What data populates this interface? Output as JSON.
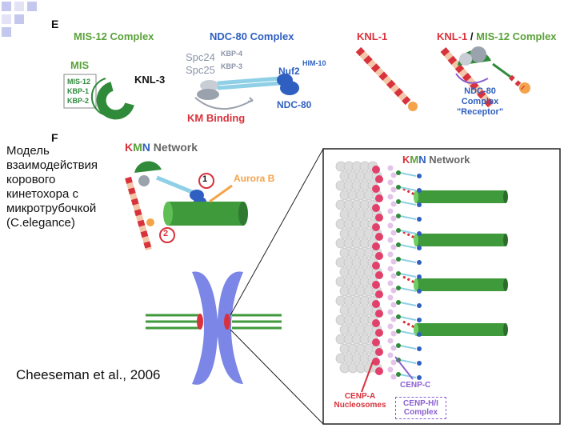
{
  "panel_e": {
    "letter": "E",
    "headers": {
      "mis12": "MIS-12 Complex",
      "ndc80": "NDC-80 Complex",
      "knl1": "KNL-1",
      "knl1_mis12_a": "KNL-1",
      "knl1_mis12_sep": " / ",
      "knl1_mis12_b": "MIS-12 Complex"
    },
    "mis_label": "MIS",
    "mis_box_lines": [
      "MIS-12",
      "KBP-1",
      "KBP-2"
    ],
    "knl3_label": "KNL-3",
    "spc24": "Spc24",
    "kbp4": "KBP-4",
    "spc25": "Spc25",
    "kbp3": "KBP-3",
    "him10": "HIM-10",
    "nuf2": "Nuf2",
    "ndc80_label": "NDC-80",
    "km_binding": "KM Binding",
    "receptor_lines": [
      "NDC-80",
      "Complex",
      "\"Receptor\""
    ]
  },
  "panel_f": {
    "letter": "F",
    "kmn_k": "K",
    "kmn_m": "M",
    "kmn_n": "N",
    "kmn_rest": " Network",
    "step1": "1",
    "step2": "2",
    "aurora_b": "Aurora B",
    "cenp_c": "CENP-C",
    "cenp_a_lines": [
      "CENP-A",
      "Nucleosomes"
    ],
    "cenp_hi_lines": [
      "CENP-H/I",
      "Complex"
    ]
  },
  "side_text": "Модель взаимодействия корового кинетохора с микротрубочкой (C.elegance)",
  "citation": "Cheeseman et al., 2006",
  "colors": {
    "green": "#5aa23a",
    "red": "#d8323c",
    "blue": "#2f5fc0",
    "pink": "#e8a2c8",
    "microtubule": "#3f9a3c",
    "chromosome": "#7b86e6"
  }
}
